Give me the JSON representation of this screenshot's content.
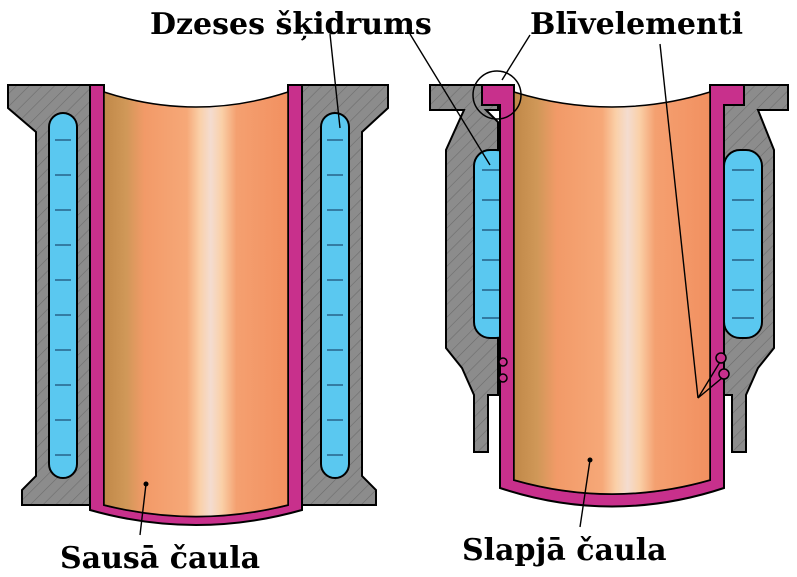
{
  "labels": {
    "coolant": "Dzeses šķidrums",
    "seals": "Blīvelementi",
    "dry_liner": "Sausā čaula",
    "wet_liner": "Slapjā čaula"
  },
  "colors": {
    "block": "#8c8c8c",
    "liner": "#c8308c",
    "coolant": "#5ac8f0",
    "bore_base": "#f4a070",
    "bore_highlight": "#f4d8c8",
    "bore_shadow": "#c08848",
    "outline": "#000000"
  }
}
